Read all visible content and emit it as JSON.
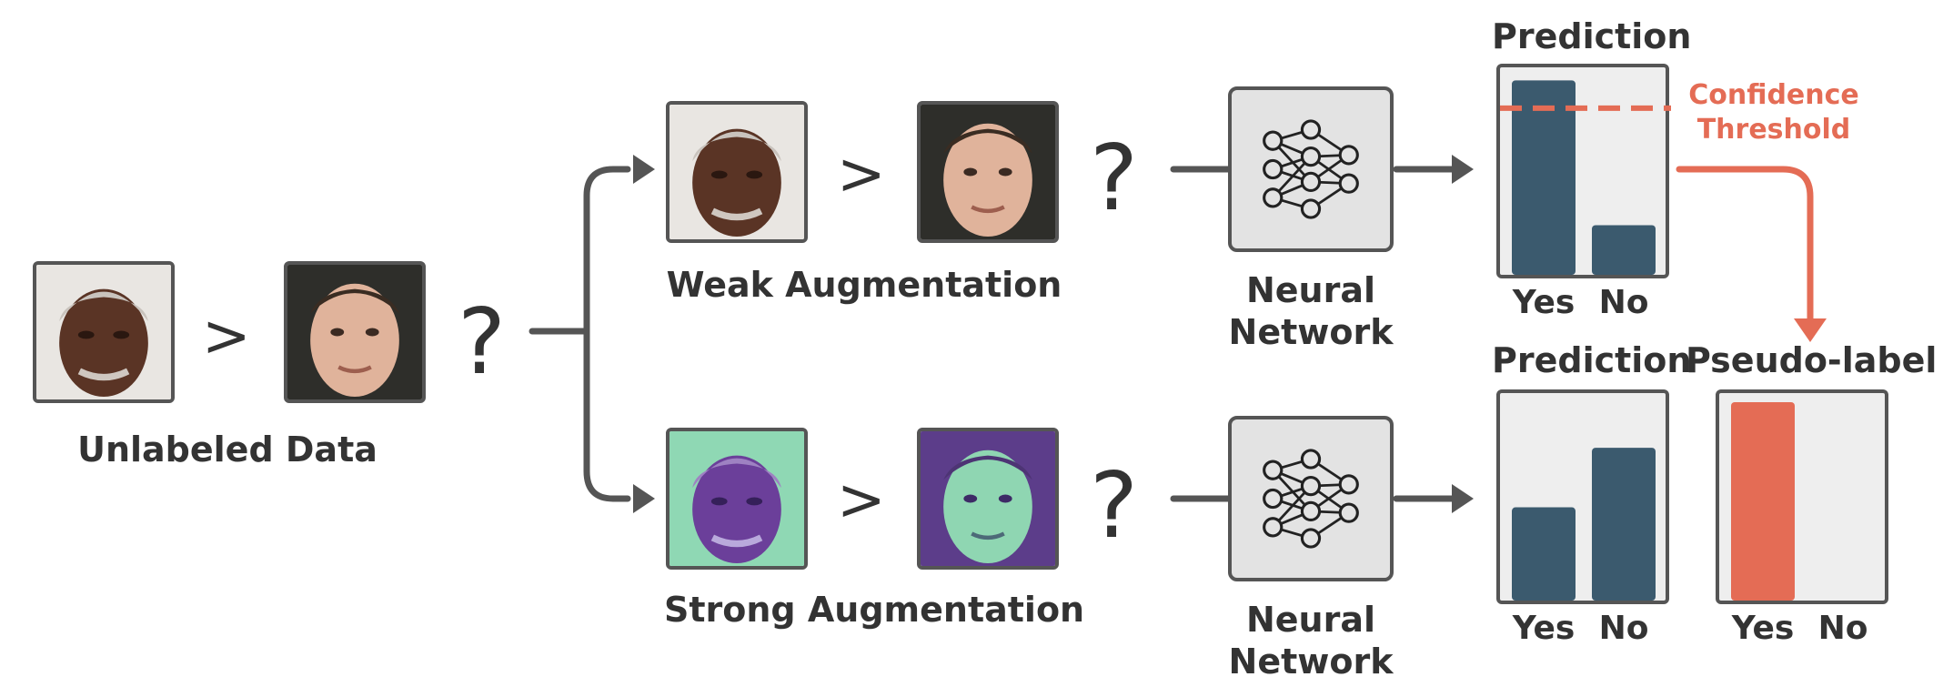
{
  "input": {
    "caption": "Unlabeled Data",
    "comparator": ">",
    "question": "?"
  },
  "weak": {
    "caption": "Weak Augmentation",
    "comparator": ">",
    "question": "?"
  },
  "strong": {
    "caption": "Strong Augmentation",
    "comparator": ">",
    "question": "?"
  },
  "network": {
    "top_label": "Neural Network",
    "bottom_label": "Neural Network"
  },
  "prediction_top": {
    "title": "Prediction",
    "threshold_label": "Confidence Threshold"
  },
  "prediction_bottom": {
    "title": "Prediction"
  },
  "pseudo_label": {
    "title": "Pseudo-label"
  },
  "colors": {
    "bar": "#3b5a6e",
    "accent": "#e46c55",
    "panel": "#eeeeee",
    "outline": "#555555",
    "network_box": "#e3e3e3"
  },
  "chart_data": [
    {
      "type": "bar",
      "title": "Prediction",
      "categories": [
        "Yes",
        "No"
      ],
      "values": [
        0.98,
        0.25
      ],
      "threshold": 0.84,
      "ylim": [
        0,
        1
      ]
    },
    {
      "type": "bar",
      "title": "Prediction",
      "categories": [
        "Yes",
        "No"
      ],
      "values": [
        0.47,
        0.77
      ],
      "ylim": [
        0,
        1
      ]
    },
    {
      "type": "bar",
      "title": "Pseudo-label",
      "categories": [
        "Yes",
        "No"
      ],
      "values": [
        1.0,
        0.0
      ],
      "ylim": [
        0,
        1
      ]
    }
  ]
}
